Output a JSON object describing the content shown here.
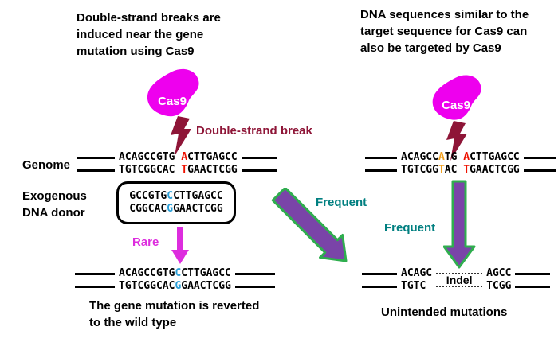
{
  "colors": {
    "cas9": "#ee00ee",
    "darkred": "#8e1537",
    "purple": "#7a44a8",
    "green": "#2fae4e",
    "teal": "#007f80",
    "rare": "#dd2dde",
    "ntred": "#ee1100",
    "ntblue": "#2a9fd8",
    "ntorange": "#f0a020"
  },
  "labels": {
    "intro_left": "Double-strand breaks are\ninduced near the gene\nmutation using Cas9",
    "intro_right": "DNA sequences similar to the\ntarget sequence for Cas9 can\nalso be targeted by Cas9",
    "cas9": "Cas9",
    "double_strand_break": "Double-strand break",
    "genome": "Genome",
    "exogenous_donor": "Exogenous\nDNA donor",
    "rare": "Rare",
    "frequent_left": "Frequent",
    "frequent_right": "Frequent",
    "indel": "Indel",
    "result_left_caption": "The gene mutation is reverted\nto the wild type",
    "result_right_caption": "Unintended mutations"
  },
  "sequences": {
    "genome_left_top": [
      {
        "t": "ACAGCCGTG "
      },
      {
        "t": "A",
        "c": "red"
      },
      {
        "t": "CTTGAGCC"
      }
    ],
    "genome_left_bottom": [
      {
        "t": "TGTCGGCAC "
      },
      {
        "t": "T",
        "c": "red"
      },
      {
        "t": "GAACTCGG"
      }
    ],
    "genome_right_top": [
      {
        "t": "ACAGCC"
      },
      {
        "t": "A",
        "c": "orange"
      },
      {
        "t": "TG "
      },
      {
        "t": "A",
        "c": "red"
      },
      {
        "t": "CTTGAGCC"
      }
    ],
    "genome_right_bottom": [
      {
        "t": "TGTCGG"
      },
      {
        "t": "T",
        "c": "orange"
      },
      {
        "t": "AC "
      },
      {
        "t": "T",
        "c": "red"
      },
      {
        "t": "GAACTCGG"
      }
    ],
    "donor_top": [
      {
        "t": "GCCGTG"
      },
      {
        "t": "C",
        "c": "blue"
      },
      {
        "t": "CTTGAGCC"
      }
    ],
    "donor_bottom": [
      {
        "t": "CGGCAC"
      },
      {
        "t": "G",
        "c": "blue"
      },
      {
        "t": "GAACTCGG"
      }
    ],
    "result_left_top": [
      {
        "t": "ACAGCCGTG"
      },
      {
        "t": "C",
        "c": "blue"
      },
      {
        "t": "CTTGAGCC"
      }
    ],
    "result_left_bottom": [
      {
        "t": "TGTCGGCAC"
      },
      {
        "t": "G",
        "c": "blue"
      },
      {
        "t": "GAACTCGG"
      }
    ],
    "cut_top_left": "ACAGC",
    "cut_bottom_left": "TGTC",
    "cut_top_right": "AGCC",
    "cut_bottom_right": "TCGG"
  }
}
